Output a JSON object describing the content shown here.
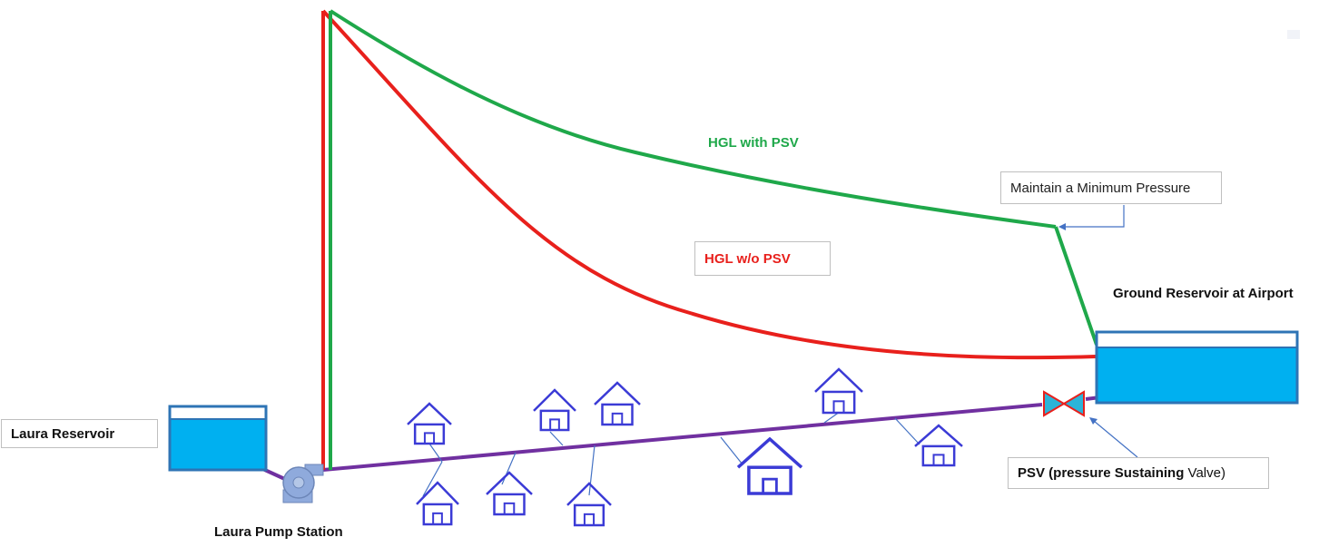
{
  "labels": {
    "hgl_with_psv": "HGL with PSV",
    "hgl_without_psv": "HGL w/o PSV",
    "maintain_min_pressure": "Maintain a Minimum Pressure",
    "ground_reservoir": "Ground Reservoir at Airport",
    "laura_reservoir": "Laura Reservoir",
    "laura_pump_station": "Laura Pump Station",
    "psv_bold": "PSV (pressure Sustaining",
    "psv_rest": " Valve)"
  },
  "colors": {
    "hgl_with_psv": "#1fa84a",
    "hgl_without_psv": "#e8201c",
    "pipeline": "#7030a0",
    "reservoir_water": "#00b0f0",
    "reservoir_border": "#2e74b5",
    "house": "#3b3bd6",
    "annotation_arrow": "#4472c4",
    "valve_fill": "#2bb4d8",
    "valve_border": "#e8201c",
    "pump": "#8faadc"
  },
  "icons": {
    "house": "house-icon",
    "pump": "pump-icon",
    "valve": "valve-icon",
    "reservoir": "reservoir-icon"
  }
}
